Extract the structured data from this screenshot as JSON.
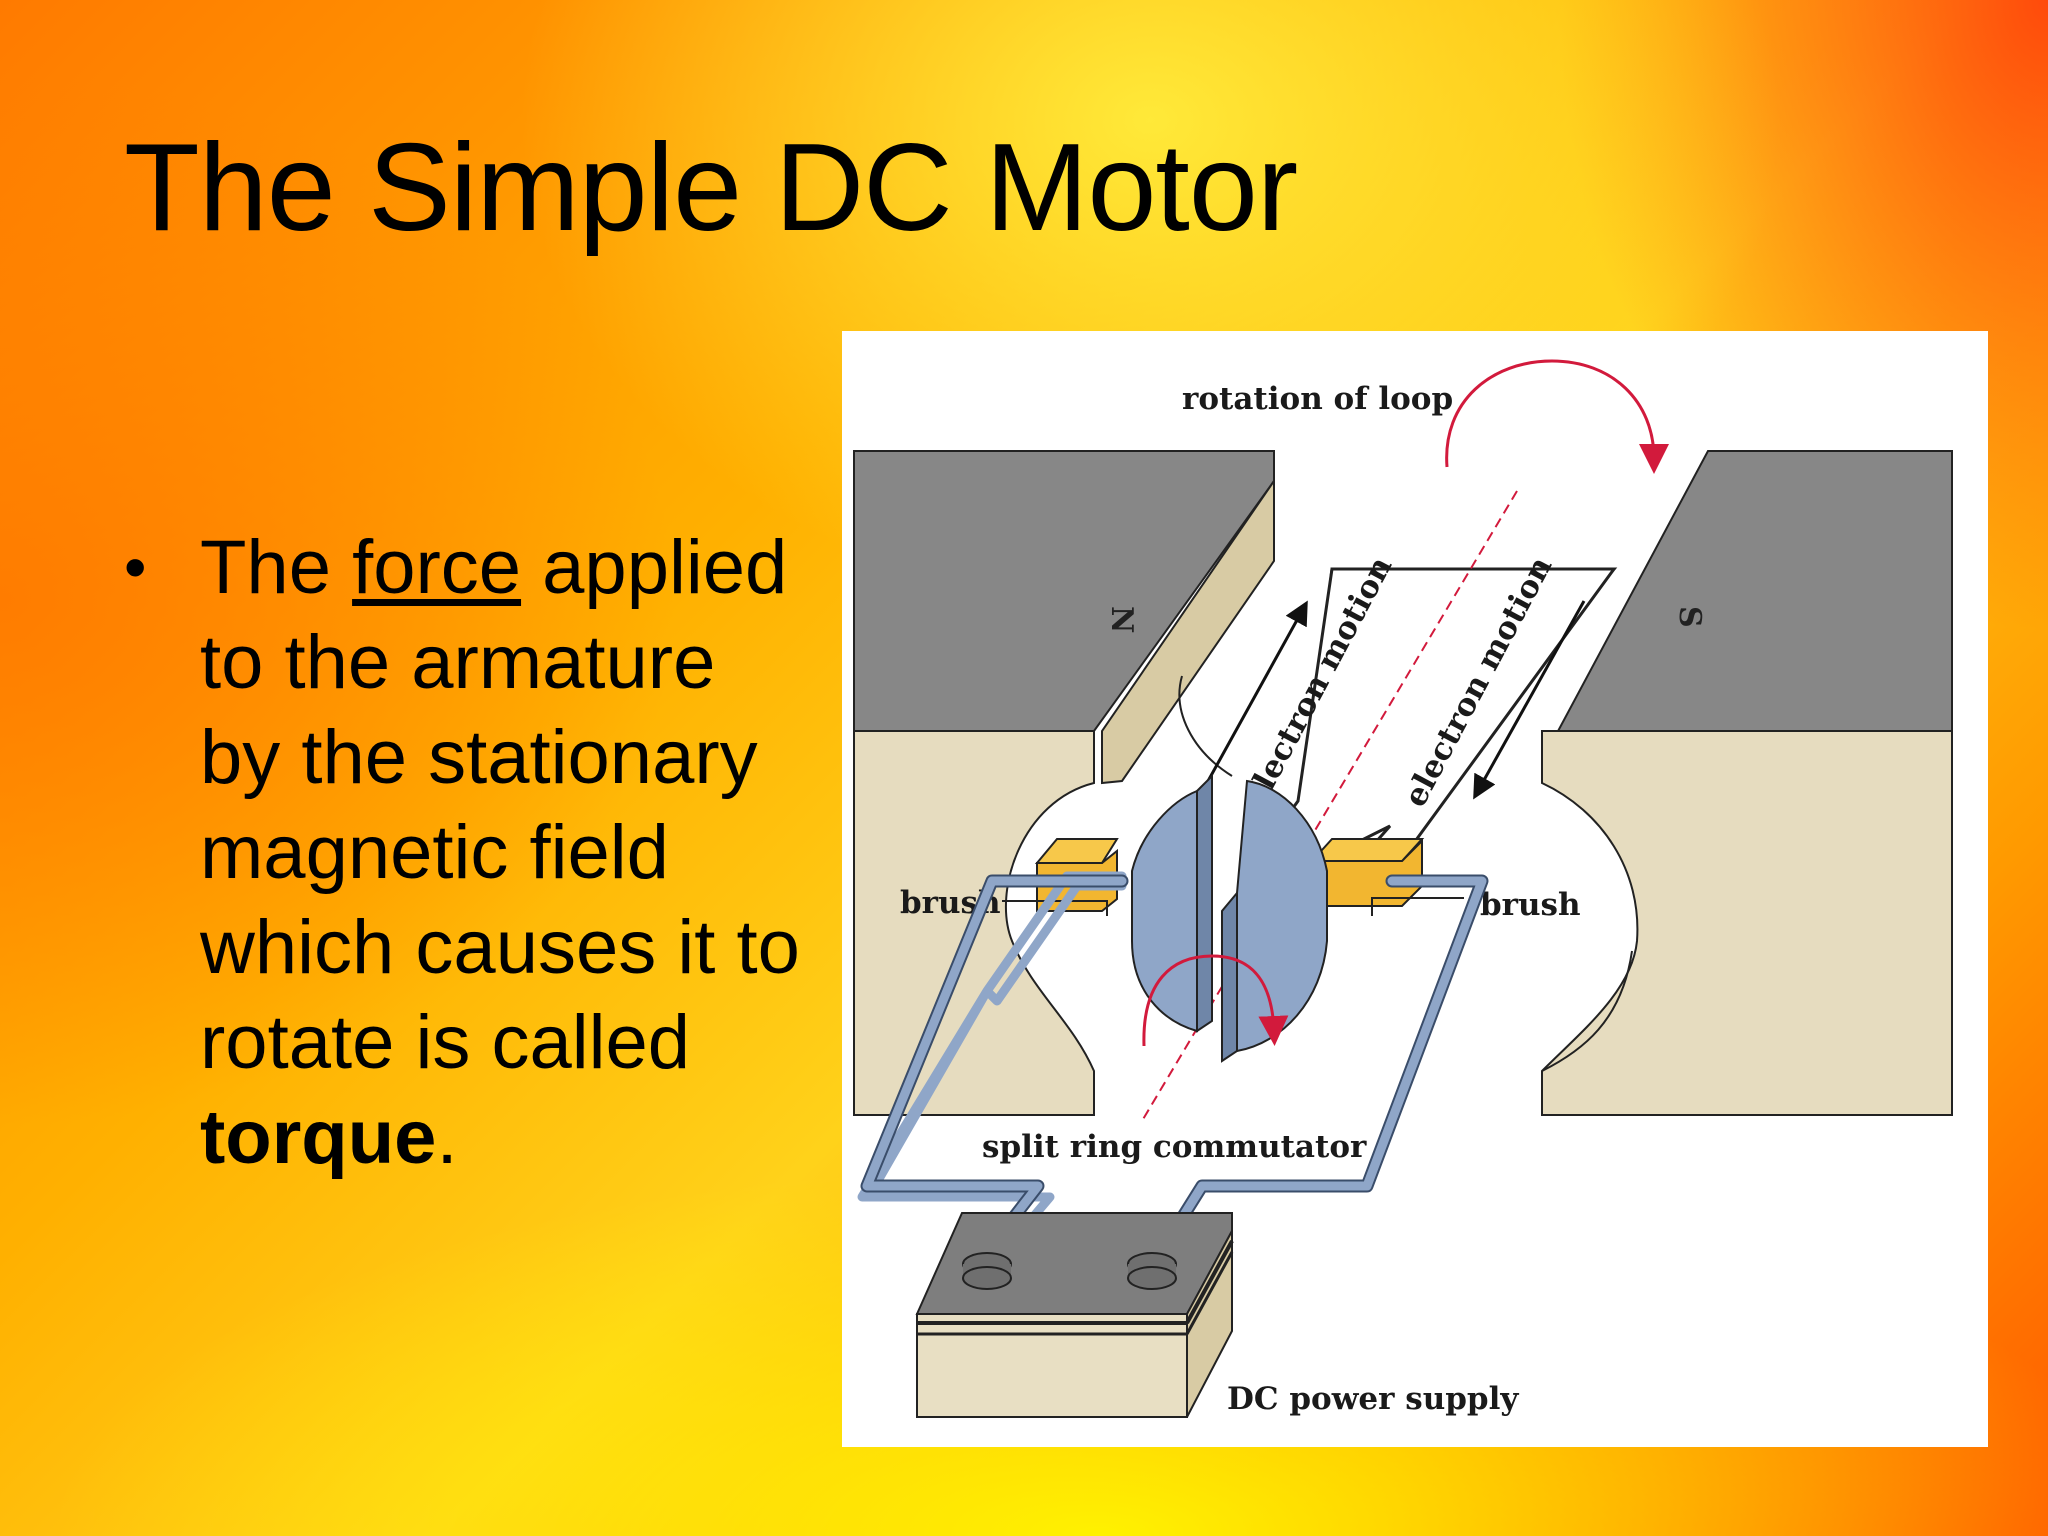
{
  "slide": {
    "title": "The Simple DC Motor",
    "bullet": {
      "t1": "The ",
      "t2": "force",
      "t3": " applied to the armature by the stationary magnetic field which causes it to rotate is called ",
      "t4": "torque",
      "t5": "."
    }
  },
  "diagram": {
    "labels": {
      "rotation": "rotation of loop",
      "north": "N",
      "south": "S",
      "motion_left": "electron motion",
      "motion_right": "electron motion",
      "brush_left": "brush",
      "brush_right": "brush",
      "commutator": "split ring commutator",
      "power": "DC power supply"
    },
    "colors": {
      "magnet_top": "#878787",
      "magnet_side": "#e6dcbf",
      "commutator": "#8fa6c8",
      "brush": "#f2b630",
      "wire": "#8fa6c8",
      "arrow": "#d21a3c",
      "battery_top": "#7e7e7e",
      "battery_side": "#e8dfc3"
    }
  }
}
